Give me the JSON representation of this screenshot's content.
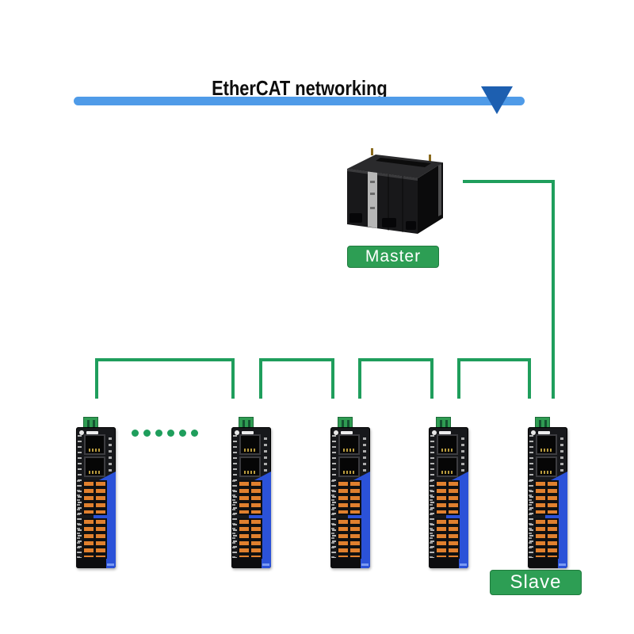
{
  "header": {
    "title": "EtherCAT networking"
  },
  "master": {
    "label": "Master",
    "device_icon": "plc-controller"
  },
  "slaves": {
    "label": "Slave",
    "count": 5,
    "ellipsis_dots": 6,
    "device_icon": "ethercat-io-module"
  },
  "colors": {
    "bus_bar_blue": "#4f9be8",
    "arrow_blue": "#1d5fb0",
    "line_green": "#1f9e5c",
    "badge_green": "#2d9e54",
    "module_blue": "#2b52d8",
    "terminal_orange": "#e0802e"
  }
}
